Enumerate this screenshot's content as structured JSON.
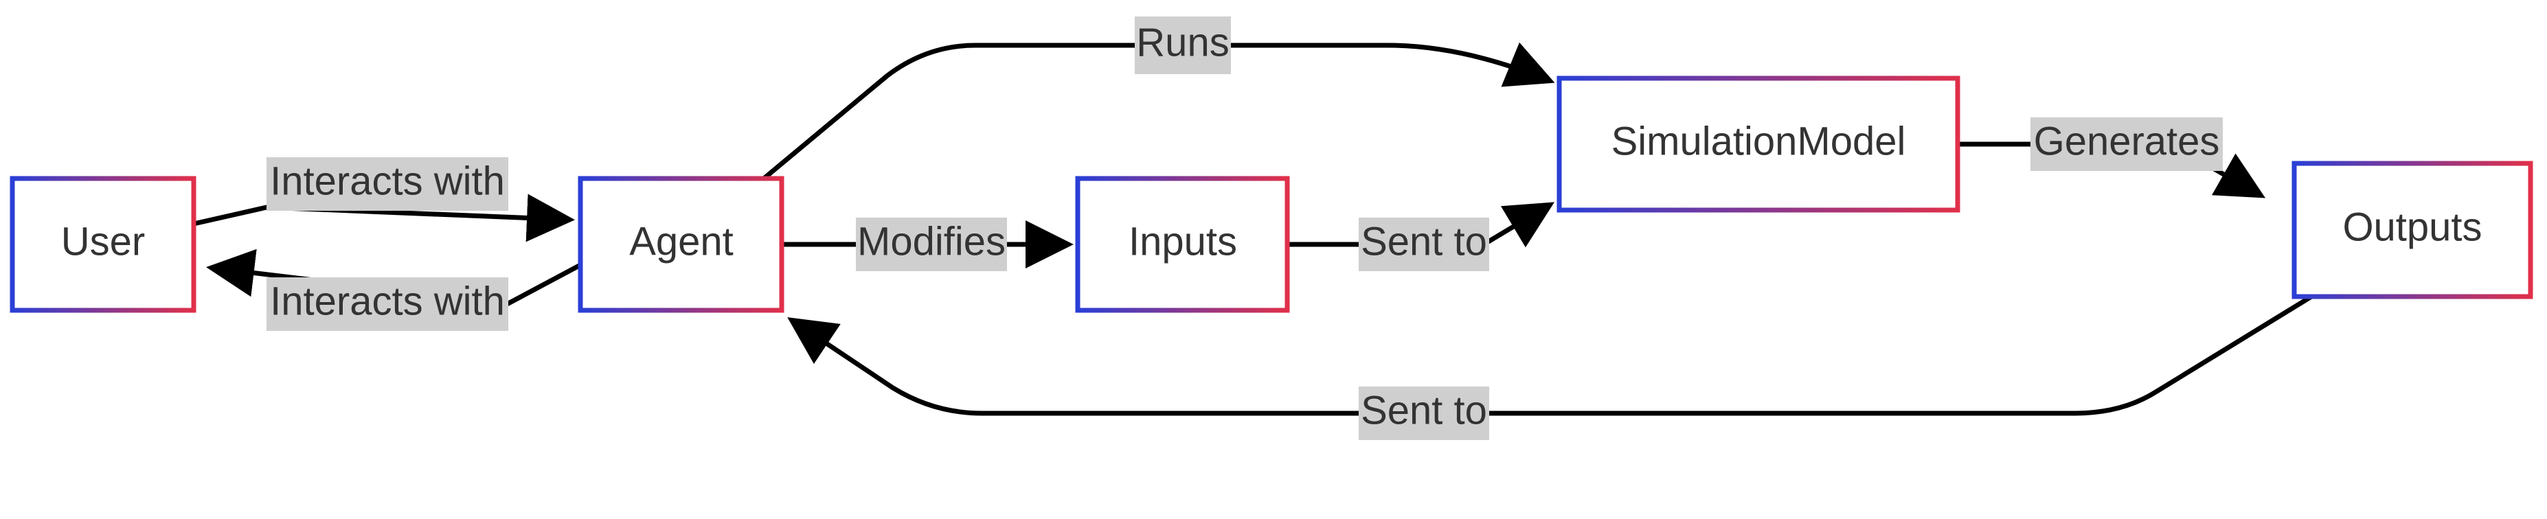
{
  "nodes": {
    "user": "User",
    "agent": "Agent",
    "inputs": "Inputs",
    "simulation_model": "SimulationModel",
    "outputs": "Outputs"
  },
  "edges": {
    "user_to_agent": "Interacts with",
    "agent_to_user": "Interacts with",
    "agent_to_inputs": "Modifies",
    "inputs_to_simulation": "Sent to",
    "agent_to_simulation": "Runs",
    "simulation_to_outputs": "Generates",
    "outputs_to_agent": "Sent to"
  },
  "colors": {
    "border_start": "#2a3fd6",
    "border_end": "#e0304a",
    "edge": "#000000",
    "label_background": "#cfcfcf",
    "text": "#333333"
  }
}
